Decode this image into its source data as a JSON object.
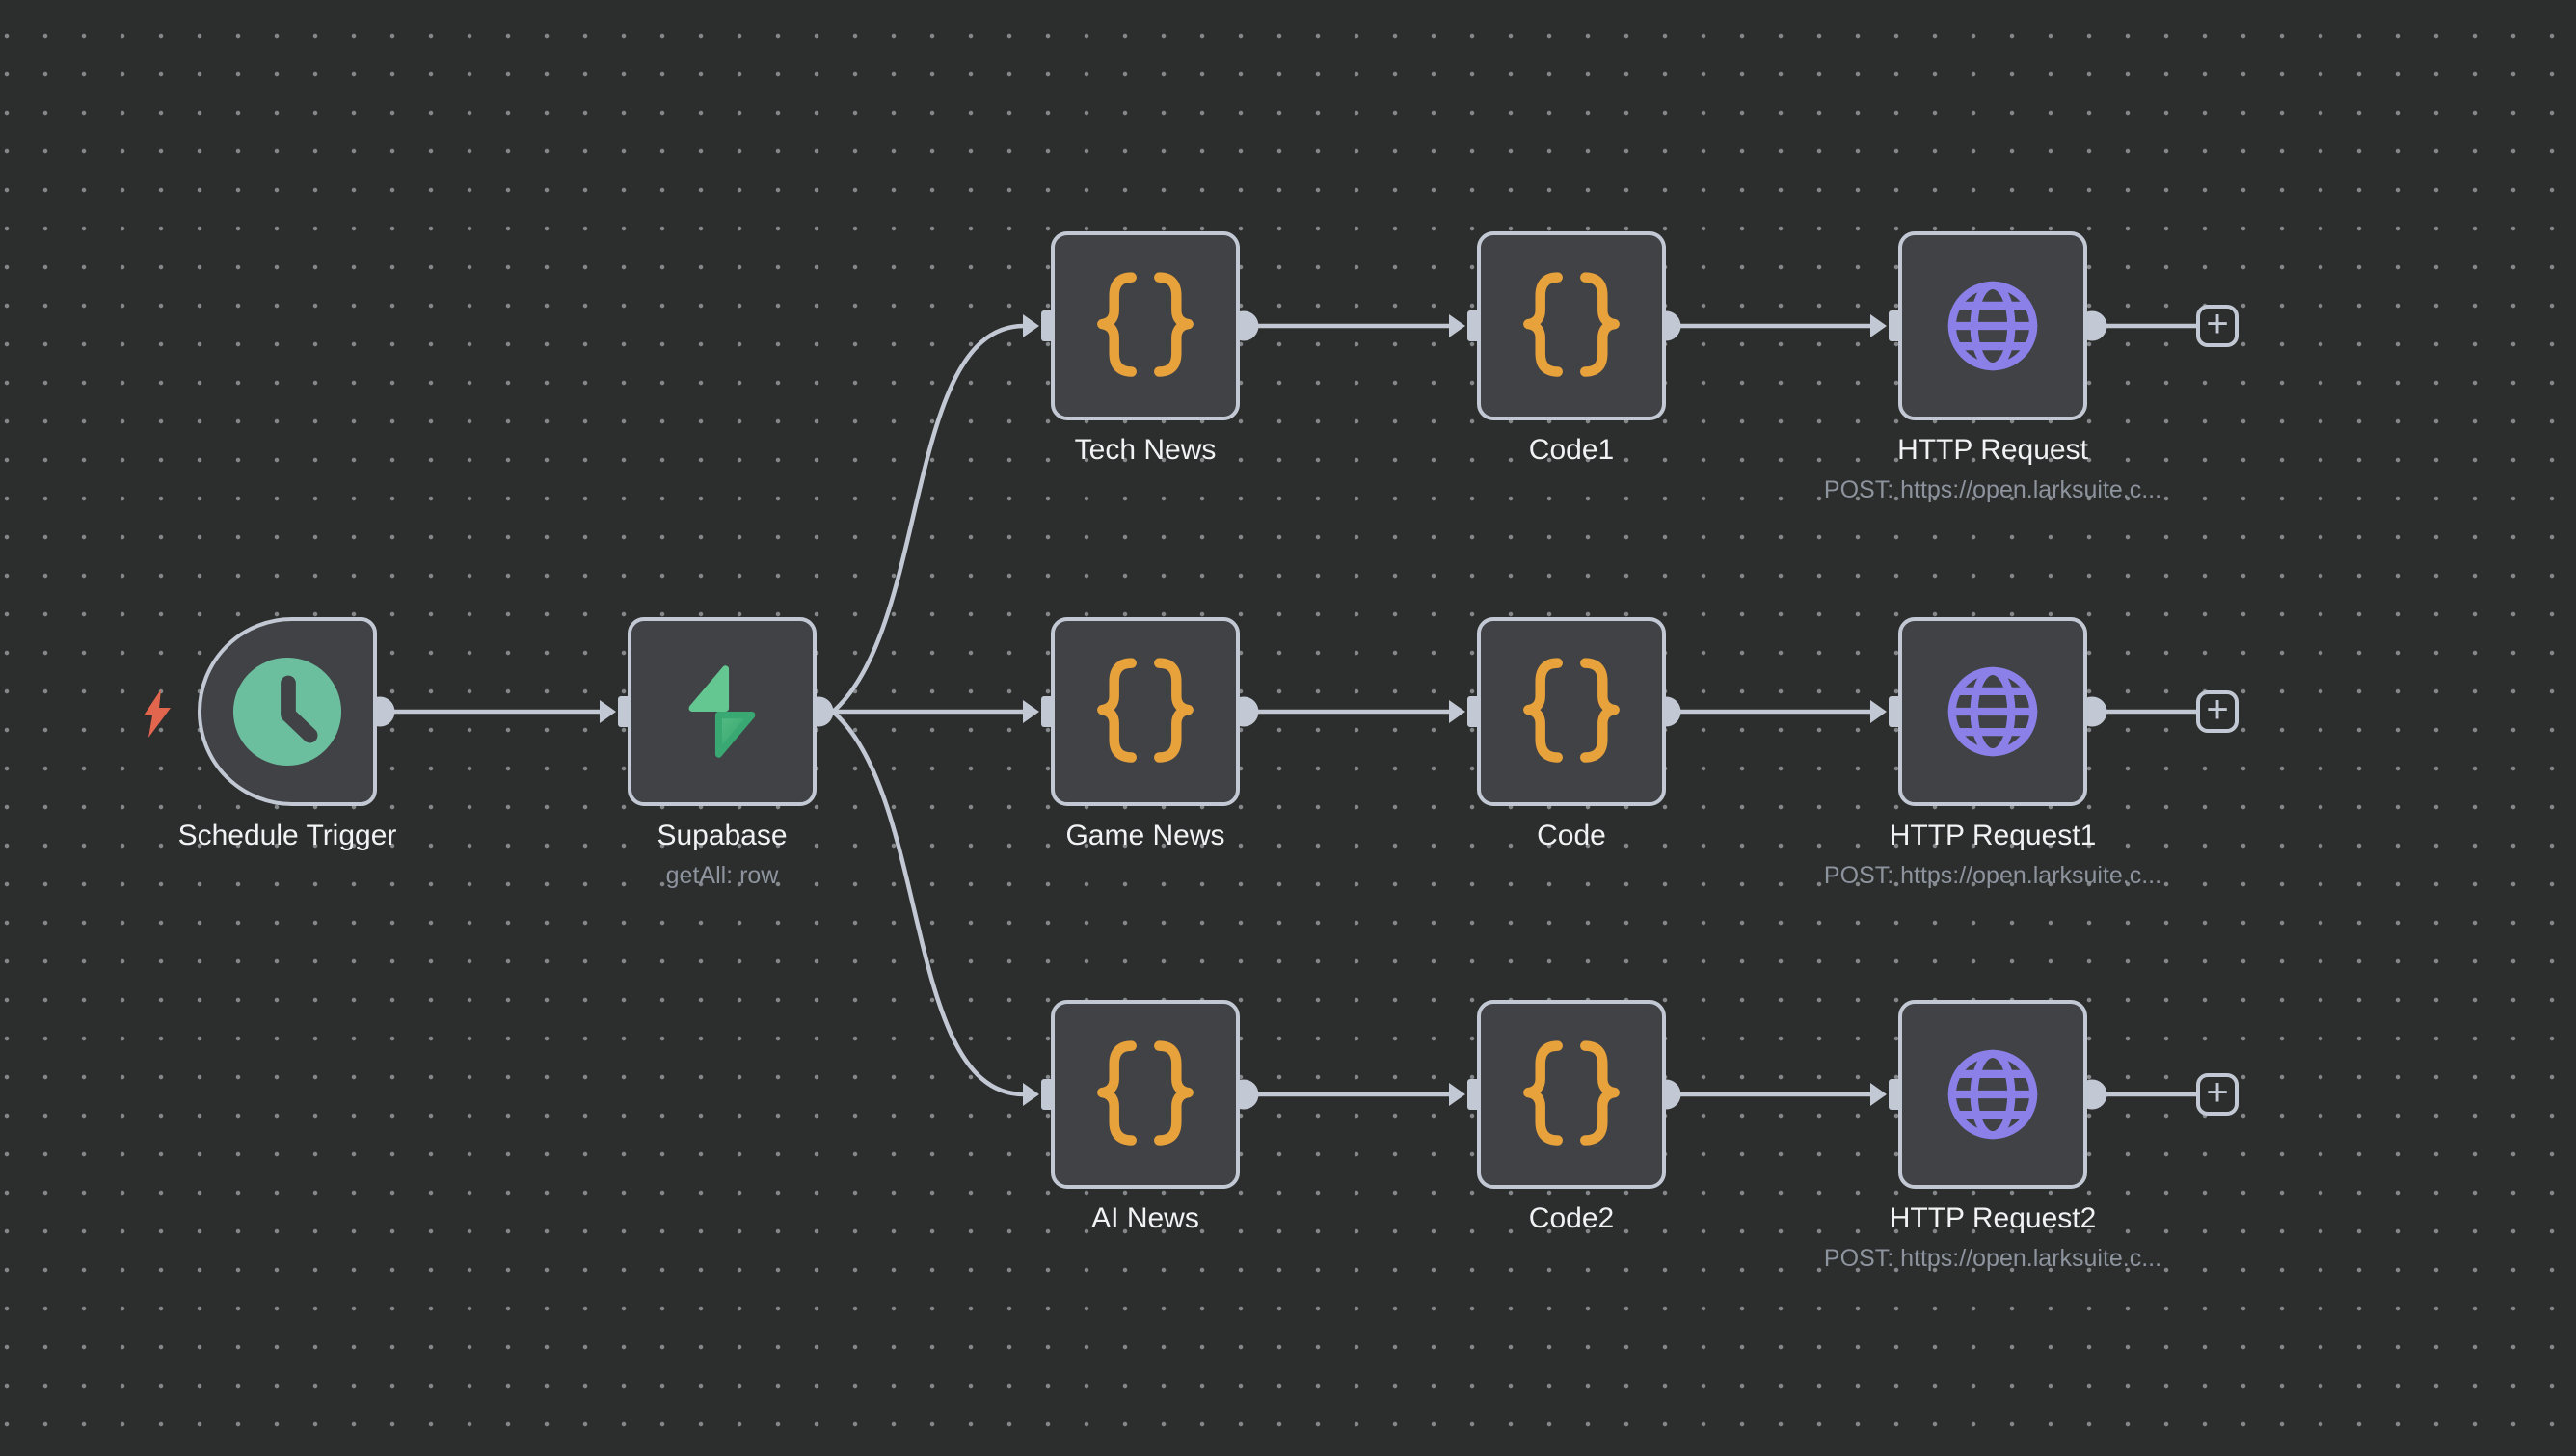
{
  "canvas": {
    "background_color": "#2c2d2d",
    "dot_color": "#85888a",
    "line_color": "#c3c9d4"
  },
  "colors": {
    "node_background": "#404245",
    "node_border": "#c3c9d4",
    "label_text": "#f1f2f4",
    "sublabel_text": "#8d949e",
    "code_braces_orange": "#e8a23c",
    "globe_purple": "#8a80e8",
    "clock_green": "#6cbf9e",
    "supabase_green_light": "#64c792",
    "supabase_green_dark": "#2f9e68",
    "bolt_red": "#e2654d"
  },
  "nodes": [
    {
      "id": "schedule-trigger",
      "label": "Schedule Trigger",
      "icon": "clock-icon",
      "kind": "trigger"
    },
    {
      "id": "supabase",
      "label": "Supabase",
      "sublabel": "getAll: row",
      "icon": "supabase-icon",
      "kind": "action"
    },
    {
      "id": "tech-news",
      "label": "Tech News",
      "icon": "code-braces-icon",
      "kind": "code"
    },
    {
      "id": "code1",
      "label": "Code1",
      "icon": "code-braces-icon",
      "kind": "code"
    },
    {
      "id": "http-request",
      "label": "HTTP Request",
      "sublabel": "POST: https://open.larksuite.c...",
      "icon": "globe-icon",
      "kind": "http"
    },
    {
      "id": "game-news",
      "label": "Game News",
      "icon": "code-braces-icon",
      "kind": "code"
    },
    {
      "id": "code",
      "label": "Code",
      "icon": "code-braces-icon",
      "kind": "code"
    },
    {
      "id": "http-request1",
      "label": "HTTP Request1",
      "sublabel": "POST: https://open.larksuite.c...",
      "icon": "globe-icon",
      "kind": "http"
    },
    {
      "id": "ai-news",
      "label": "AI News",
      "icon": "code-braces-icon",
      "kind": "code"
    },
    {
      "id": "code2",
      "label": "Code2",
      "icon": "code-braces-icon",
      "kind": "code"
    },
    {
      "id": "http-request2",
      "label": "HTTP Request2",
      "sublabel": "POST: https://open.larksuite.c...",
      "icon": "globe-icon",
      "kind": "http"
    }
  ],
  "ui": {
    "add_button_glyph": "+"
  }
}
